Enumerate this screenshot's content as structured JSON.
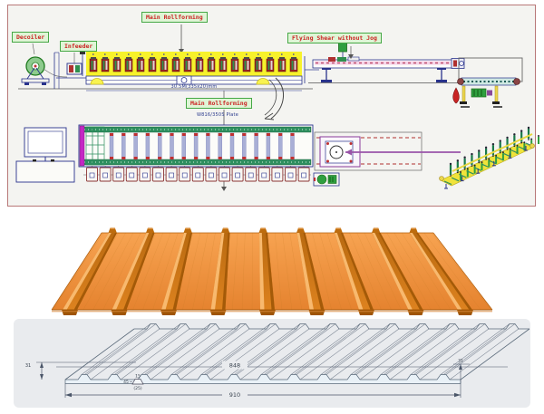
{
  "machine_diagram": {
    "labels": {
      "decoiler": "Decoiler",
      "infeeder": "Infeeder",
      "main_rollforming_top": "Main Rollforming",
      "flying_shear": "Flying Shear without Jog",
      "main_rollforming_plan": "Main Rollforming"
    },
    "dimensions": {
      "line_length": "30.5M(335x20)mm",
      "plan_note": "W816/350S Plate"
    }
  },
  "profile_drawing": {
    "height_left": "31",
    "rib_top_width": "15",
    "rib_bottom_width": "(25)",
    "rib_angle": "45",
    "cover_width": "848",
    "overall_width": "910",
    "height_right": "31"
  },
  "colors": {
    "label_bg": "#dff5d6",
    "label_border": "#45a845",
    "label_text": "#cc2222",
    "machine_yellow": "#f7f22b",
    "line_navy": "#28328c",
    "machine_green": "#2f8f5f",
    "magenta": "#c428c4",
    "accent_red": "#c03030",
    "sheet_orange": "#ef9440",
    "sheet_rib_dark": "#bd6c0e",
    "panel_bg": "#e9ebee",
    "drawing_line": "#5a6a7a"
  }
}
